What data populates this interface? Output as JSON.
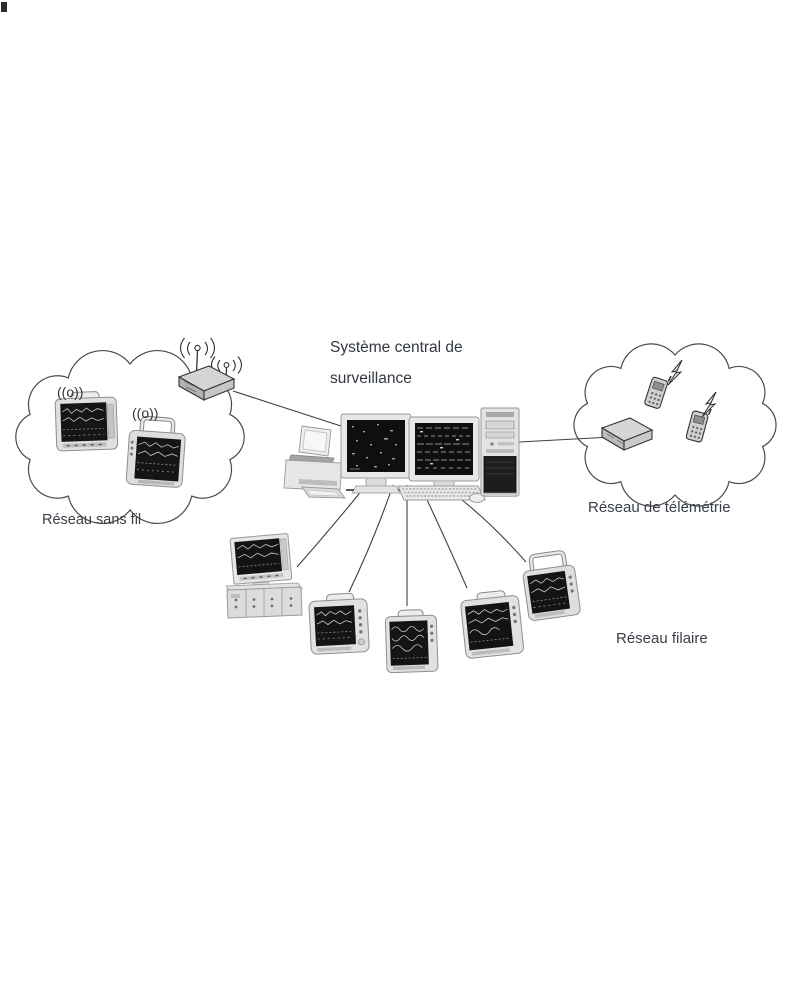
{
  "diagram": {
    "title": {
      "line1": "Système central de",
      "line2": "surveillance"
    },
    "labels": {
      "wireless_network": "Réseau sans fil",
      "telemetry_network": "Réseau de télémétrie",
      "wired_network": "Réseau filaire"
    },
    "icons": {
      "wireless_signal_symbol": "((o))",
      "devices": [
        "wireless-access-point",
        "bedside-patient-monitor",
        "portable-patient-monitor",
        "modular-patient-monitor",
        "telemetry-transmitter",
        "telemetry-receiver",
        "lightning-bolt",
        "printer",
        "crt-monitor",
        "keyboard",
        "mouse",
        "computer-tower",
        "network-cloud"
      ]
    },
    "colors": {
      "background": "#ffffff",
      "text": "#3a4049",
      "connection_line": "#3f3f3f",
      "cloud_stroke": "#4a4a4a",
      "device_body": "#e2e2e2",
      "device_screen": "#141414",
      "waveform": "#c9c9c9"
    }
  }
}
